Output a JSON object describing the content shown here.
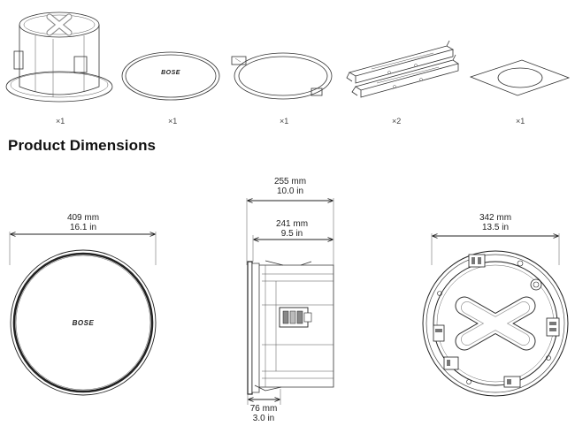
{
  "components": [
    {
      "name": "speaker-enclosure",
      "qty": "×1"
    },
    {
      "name": "grille",
      "qty": "×1",
      "logo": "BOSE"
    },
    {
      "name": "mounting-ring",
      "qty": "×1"
    },
    {
      "name": "tile-bridge-rails",
      "qty": "×2"
    },
    {
      "name": "cutout-template",
      "qty": "×1"
    }
  ],
  "heading": "Product Dimensions",
  "front_view": {
    "logo": "BOSE",
    "dim_mm": "409 mm",
    "dim_in": "16.1 in"
  },
  "side_view": {
    "outer_mm": "255 mm",
    "outer_in": "10.0 in",
    "inner_mm": "241 mm",
    "inner_in": "9.5 in",
    "depth_mm": "76 mm",
    "depth_in": "3.0 in"
  },
  "back_view": {
    "dim_mm": "342 mm",
    "dim_in": "13.5 in"
  }
}
